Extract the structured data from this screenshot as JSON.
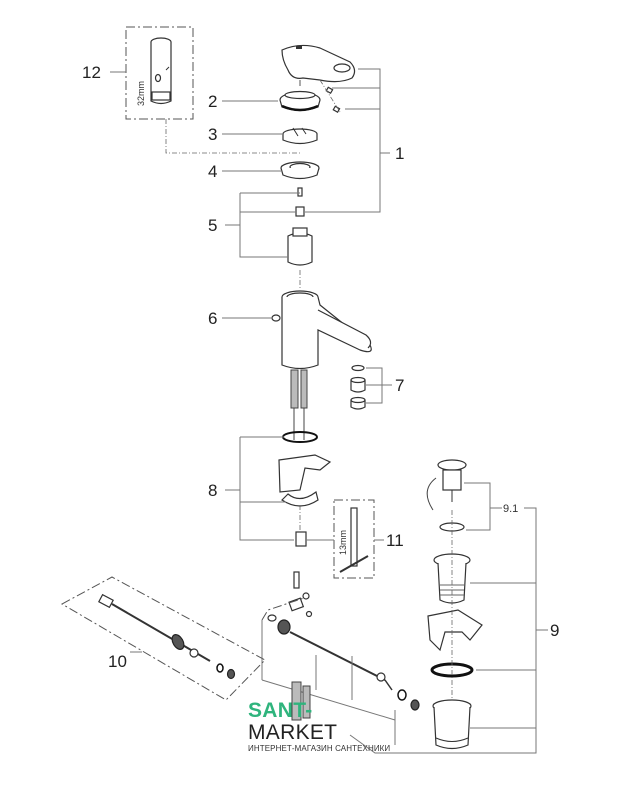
{
  "diagram": {
    "type": "exploded-parts-view",
    "subject": "single-lever basin mixer with pop-up waste",
    "callouts": [
      {
        "id": "1",
        "label": "1",
        "part": "lever handle assembly"
      },
      {
        "id": "2",
        "label": "2",
        "part": "cover cap"
      },
      {
        "id": "3",
        "label": "3",
        "part": "cartridge collar"
      },
      {
        "id": "4",
        "label": "4",
        "part": "threaded ring"
      },
      {
        "id": "5",
        "label": "5",
        "part": "cartridge set"
      },
      {
        "id": "6",
        "label": "6",
        "part": "mixer body"
      },
      {
        "id": "7",
        "label": "7",
        "part": "aerator set"
      },
      {
        "id": "8",
        "label": "8",
        "part": "mounting set"
      },
      {
        "id": "9",
        "label": "9",
        "part": "pop-up waste assembly"
      },
      {
        "id": "9.1",
        "label": "9.1",
        "part": "plug set"
      },
      {
        "id": "10",
        "label": "10",
        "part": "lift rod"
      },
      {
        "id": "11",
        "label": "11",
        "part": "tool 13mm"
      },
      {
        "id": "12",
        "label": "12",
        "part": "tool 32mm"
      }
    ],
    "dimensions": {
      "tool_12": "32mm",
      "tool_11": "13mm"
    }
  },
  "watermark": {
    "brand_green": "SANT-",
    "brand_dark": "MARKET",
    "tagline": "ИНТЕРНЕТ-МАГАЗИН САНТЕХНИКИ",
    "colors": {
      "green": "#2fb47d",
      "dark": "#222222"
    }
  }
}
